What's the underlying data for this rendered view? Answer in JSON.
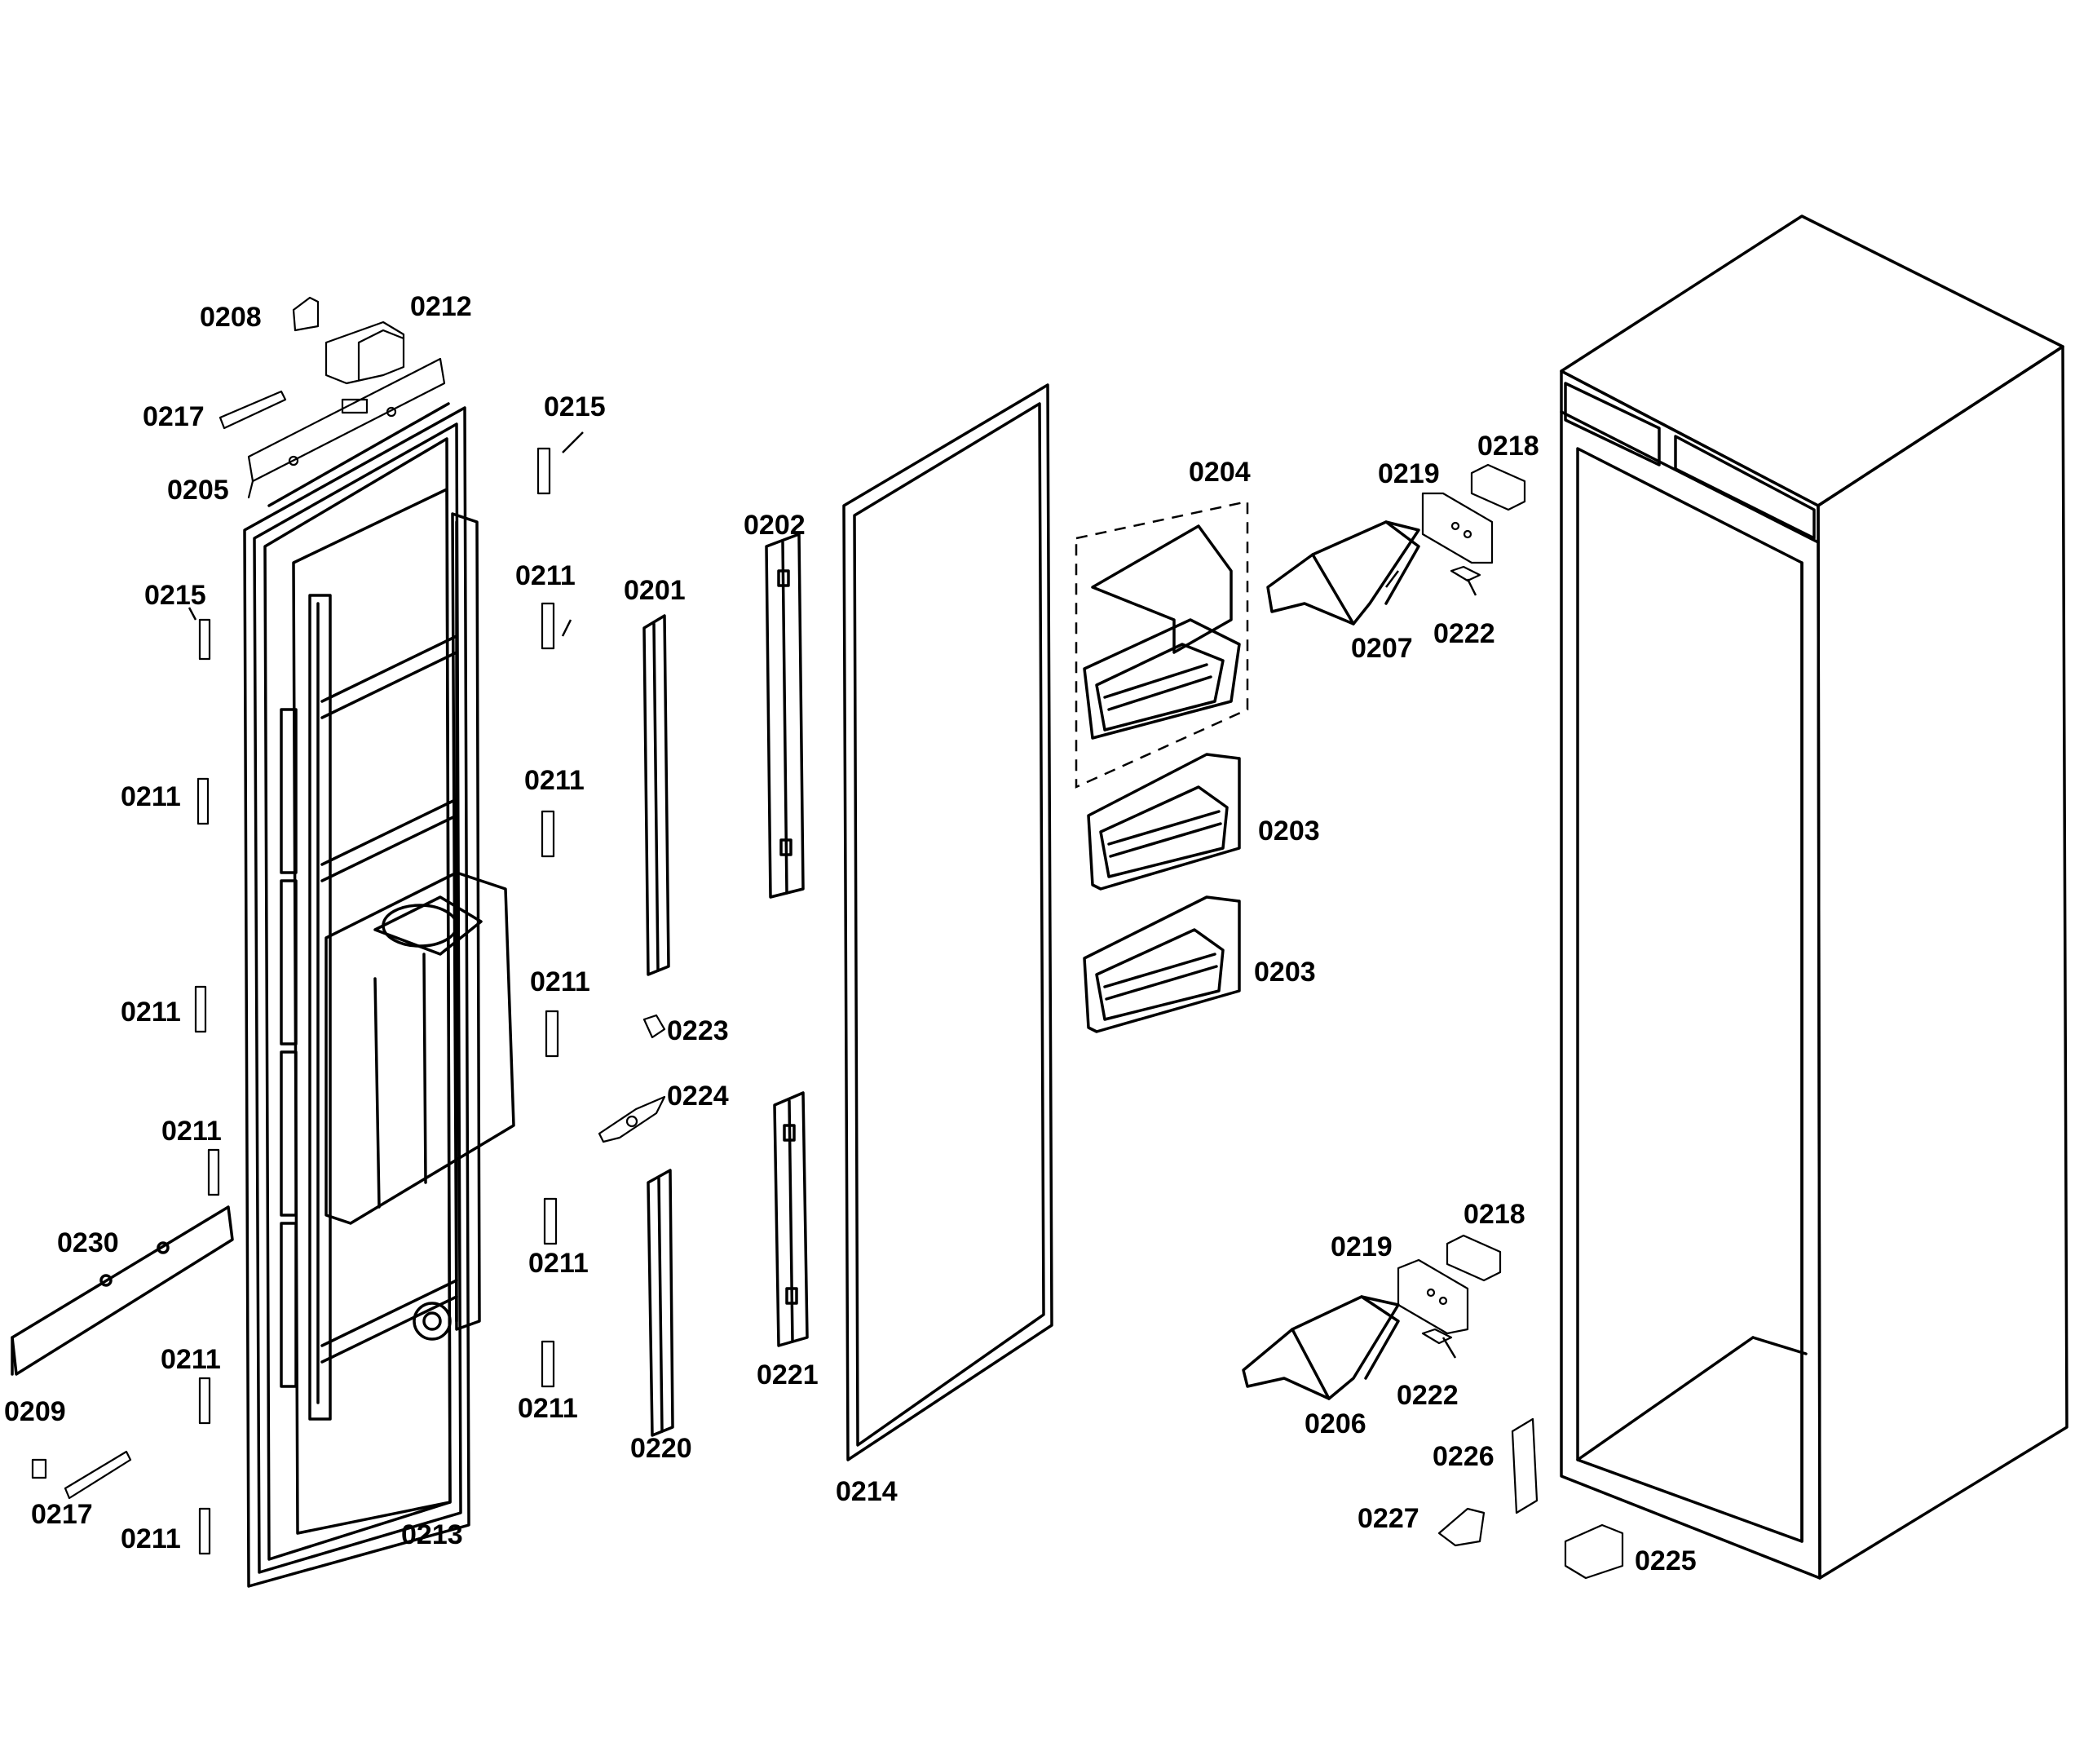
{
  "diagram": {
    "labels": [
      {
        "id": "l0208",
        "text": "0208"
      },
      {
        "id": "l0212",
        "text": "0212"
      },
      {
        "id": "l0217a",
        "text": "0217"
      },
      {
        "id": "l0205",
        "text": "0205"
      },
      {
        "id": "l0215a",
        "text": "0215"
      },
      {
        "id": "l0215b",
        "text": "0215"
      },
      {
        "id": "l0211a",
        "text": "0211"
      },
      {
        "id": "l0211b",
        "text": "0211"
      },
      {
        "id": "l0211c",
        "text": "0211"
      },
      {
        "id": "l0211d",
        "text": "0211"
      },
      {
        "id": "l0211e",
        "text": "0211"
      },
      {
        "id": "l0211f",
        "text": "0211"
      },
      {
        "id": "l0211g",
        "text": "0211"
      },
      {
        "id": "l0211h",
        "text": "0211"
      },
      {
        "id": "l0211i",
        "text": "0211"
      },
      {
        "id": "l0211j",
        "text": "0211"
      },
      {
        "id": "l0230",
        "text": "0230"
      },
      {
        "id": "l0209",
        "text": "0209"
      },
      {
        "id": "l0217b",
        "text": "0217"
      },
      {
        "id": "l0213",
        "text": "0213"
      },
      {
        "id": "l0201",
        "text": "0201"
      },
      {
        "id": "l0202",
        "text": "0202"
      },
      {
        "id": "l0223",
        "text": "0223"
      },
      {
        "id": "l0224",
        "text": "0224"
      },
      {
        "id": "l0220",
        "text": "0220"
      },
      {
        "id": "l0221",
        "text": "0221"
      },
      {
        "id": "l0214",
        "text": "0214"
      },
      {
        "id": "l0204",
        "text": "0204"
      },
      {
        "id": "l0203a",
        "text": "0203"
      },
      {
        "id": "l0203b",
        "text": "0203"
      },
      {
        "id": "l0219a",
        "text": "0219"
      },
      {
        "id": "l0218a",
        "text": "0218"
      },
      {
        "id": "l0207",
        "text": "0207"
      },
      {
        "id": "l0222a",
        "text": "0222"
      },
      {
        "id": "l0218b",
        "text": "0218"
      },
      {
        "id": "l0219b",
        "text": "0219"
      },
      {
        "id": "l0222b",
        "text": "0222"
      },
      {
        "id": "l0206",
        "text": "0206"
      },
      {
        "id": "l0226",
        "text": "0226"
      },
      {
        "id": "l0227",
        "text": "0227"
      },
      {
        "id": "l0225",
        "text": "0225"
      }
    ]
  }
}
